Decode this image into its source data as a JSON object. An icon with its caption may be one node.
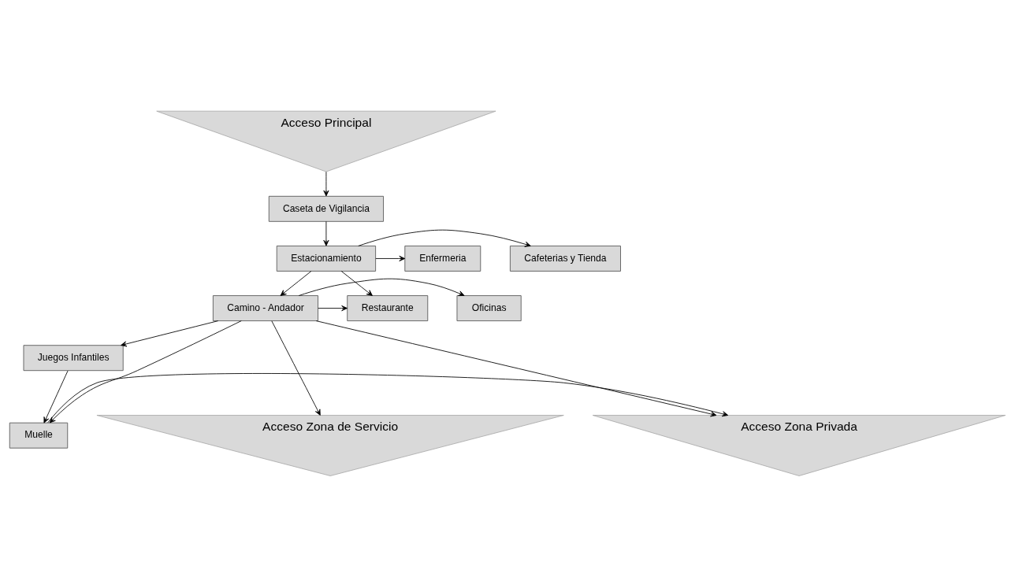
{
  "diagram": {
    "nodes": [
      {
        "text": [
          "Acceso Principal"
        ]
      },
      {
        "text": [
          "Caseta de Vigilancia"
        ]
      },
      {
        "text": [
          "Enfermeria"
        ]
      },
      {
        "text": [
          "Estacionamiento"
        ]
      },
      {
        "text": [
          "Cafeterias y Tienda"
        ]
      },
      {
        "text": [
          "Restaurante"
        ]
      },
      {
        "text": [
          "Camino - Andador"
        ]
      },
      {
        "text": [
          "Oficinas"
        ]
      },
      {
        "text": [
          "Juegos Infantiles"
        ]
      },
      {
        "text": [
          "Acceso Zona de Servicio"
        ]
      },
      {
        "text": [
          "Acceso Zona Privada"
        ]
      },
      {
        "text": [
          "Muelle"
        ]
      }
    ],
    "edges": [
      {
        "from": 0,
        "to": 1,
        "arrow": "to"
      },
      {
        "from": 1,
        "to": 3,
        "arrow": "to"
      },
      {
        "from": 3,
        "to": 2,
        "arrow": "to"
      },
      {
        "from": 3,
        "to": 4,
        "arrow": "to"
      },
      {
        "from": 3,
        "to": 5,
        "arrow": "to"
      },
      {
        "from": 3,
        "to": 6,
        "arrow": "to"
      },
      {
        "from": 6,
        "to": 7,
        "arrow": "to"
      },
      {
        "from": 6,
        "to": 5,
        "arrow": "to"
      },
      {
        "from": 6,
        "to": 8,
        "arrow": "to"
      },
      {
        "from": 6,
        "to": 9,
        "arrow": "to"
      },
      {
        "from": 6,
        "to": 10,
        "arrow": "to"
      },
      {
        "from": 6,
        "to": 11,
        "arrow": "to"
      },
      {
        "from": 8,
        "to": 11,
        "arrow": "to"
      },
      {
        "from": 11,
        "to": 10,
        "arrow": "to"
      }
    ]
  }
}
